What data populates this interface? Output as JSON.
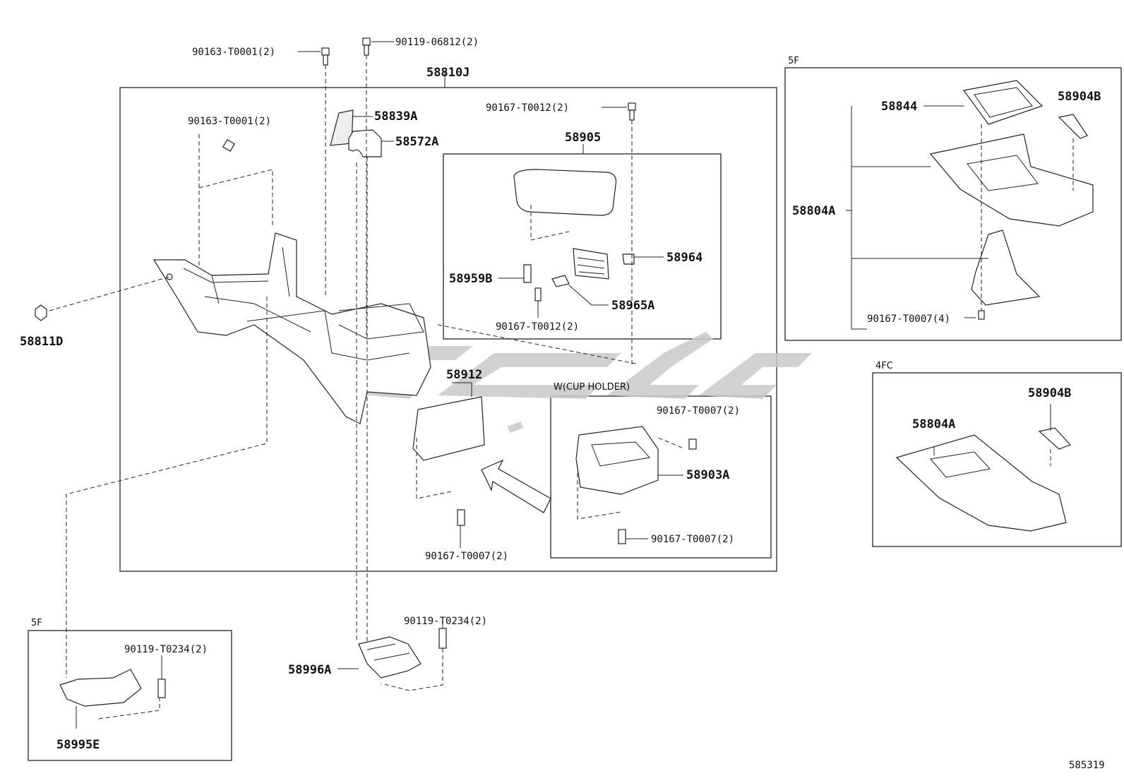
{
  "labels": {
    "p90163_top": "90163-T0001(2)",
    "p90119_top": "90119-06812(2)",
    "p58810J": "58810J",
    "p90163_mid": "90163-T0001(2)",
    "p58839A": "58839A",
    "p58572A": "58572A",
    "p90167_top": "90167-T0012(2)",
    "p58905": "58905",
    "p58964": "58964",
    "p58959B": "58959B",
    "p58965A": "58965A",
    "p90167_arm": "90167-T0012(2)",
    "p58811D": "58811D",
    "p58912": "58912",
    "p90167_bot": "90167-T0007(2)",
    "p90167_cup1": "90167-T0007(2)",
    "p58903A": "58903A",
    "p90167_cup2": "90167-T0007(2)",
    "p90119_bot": "90119-T0234(2)",
    "p58996A": "58996A",
    "p90119_5f": "90119-T0234(2)",
    "p58995E": "58995E",
    "p58844": "58844",
    "p58904B_5f": "58904B",
    "p58804A_5f": "58804A",
    "p90167_5f": "90167-T0007(4)",
    "p58904B_4fc": "58904B",
    "p58804A_4fc": "58804A"
  },
  "boxes": {
    "cup_holder": "W(CUP HOLDER)",
    "five_f_right": "5F",
    "four_fc": "4FC",
    "five_f_left": "5F"
  },
  "figure_id": "585319",
  "watermark_color": "#c9c9c9"
}
